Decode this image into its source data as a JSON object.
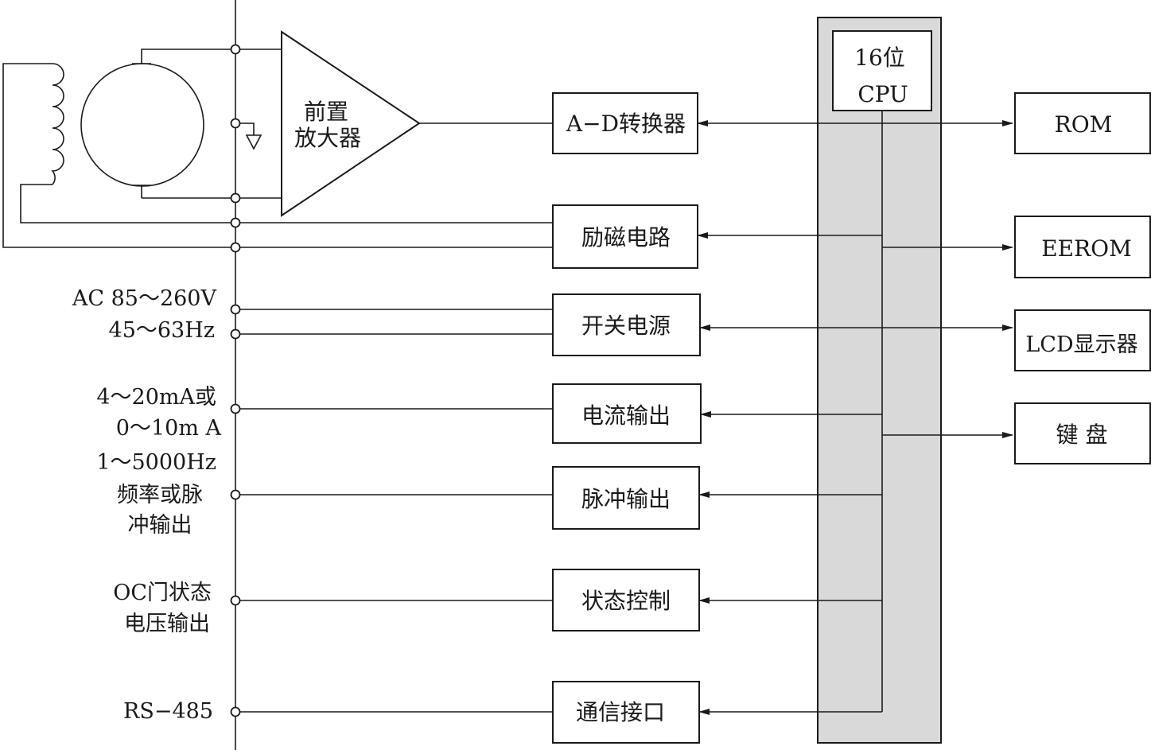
{
  "diagram": {
    "amplifier": {
      "line1": "前置",
      "line2": "放大器"
    },
    "cpu": {
      "line1": "16位",
      "line2": "CPU"
    },
    "blocks": {
      "ad": "A−D转换器",
      "excitation": "励磁电路",
      "power": "开关电源",
      "current_out": "电流输出",
      "pulse_out": "脉冲输出",
      "state_ctrl": "状态控制",
      "comm": "通信接口"
    },
    "peripherals": {
      "rom": "ROM",
      "eerom": "EEROM",
      "lcd": "LCD显示器",
      "keyboard": "键 盘"
    },
    "terminals": {
      "ac_line1": "AC 85～260V",
      "ac_line2": "45～63Hz",
      "current_line1": "4～20mA或",
      "current_line2": "0～10m A",
      "pulse_line1": "1～5000Hz",
      "pulse_line2": "频率或脉",
      "pulse_line3": "冲输出",
      "oc_line1": "OC门状态",
      "oc_line2": "电压输出",
      "rs485": "RS−485"
    }
  }
}
